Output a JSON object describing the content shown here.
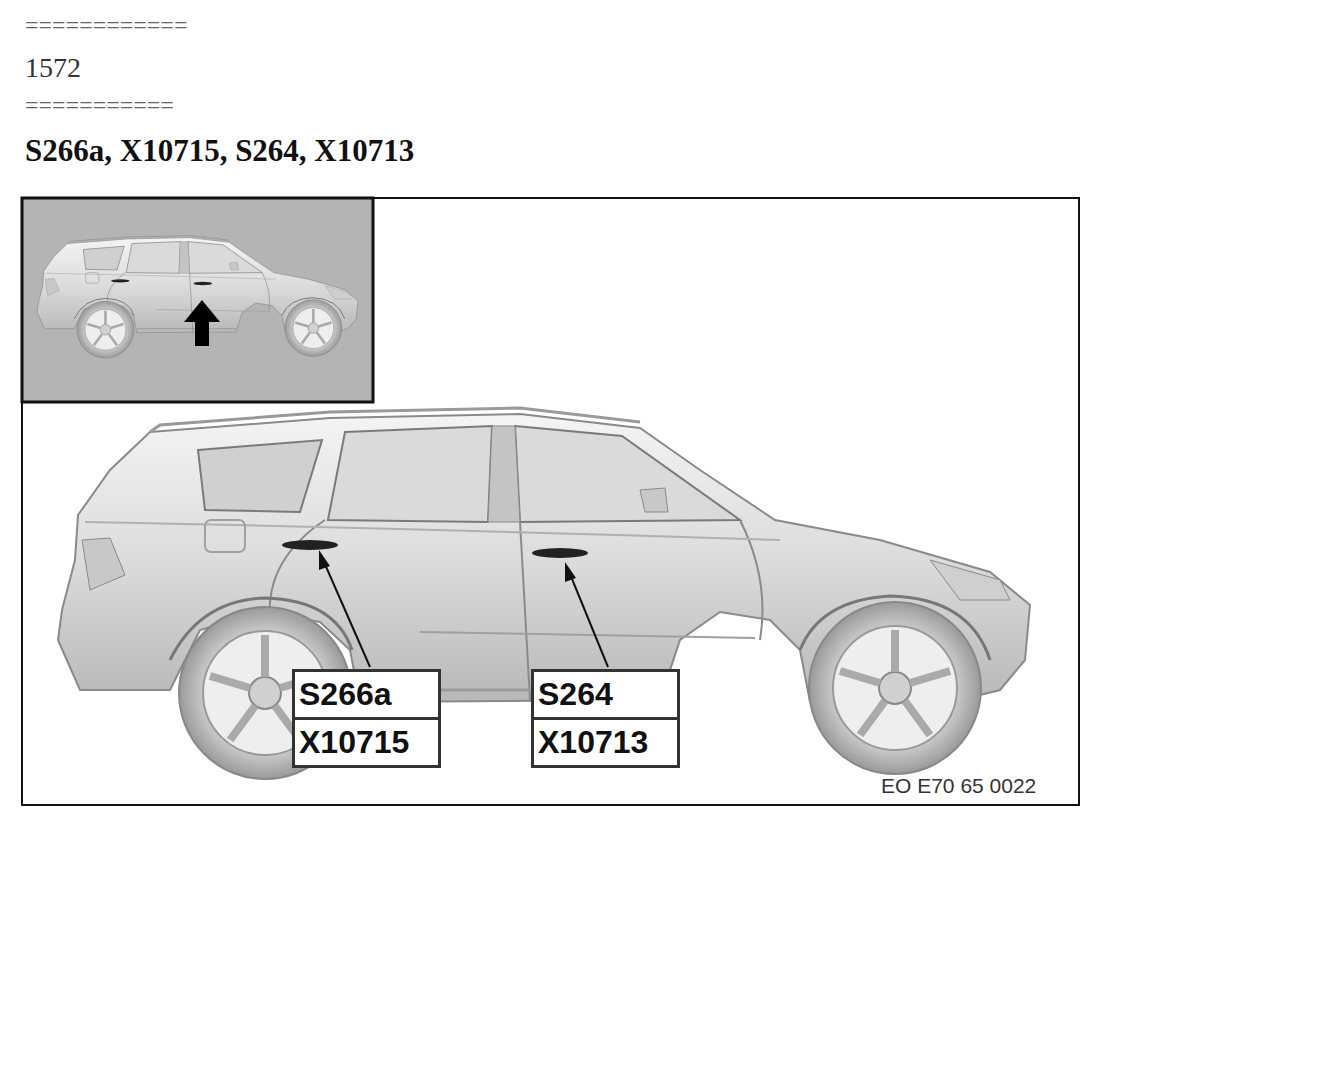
{
  "diagram": {
    "title": "S266a, X10715, S264, X10713",
    "nodes": [
      {
        "text": [
          "S266a",
          "X10715"
        ]
      },
      {
        "text": [
          "S264",
          "X10713"
        ]
      }
    ],
    "labels": [
      "============",
      "1572",
      "===========",
      "EO E70 65 0022"
    ]
  }
}
